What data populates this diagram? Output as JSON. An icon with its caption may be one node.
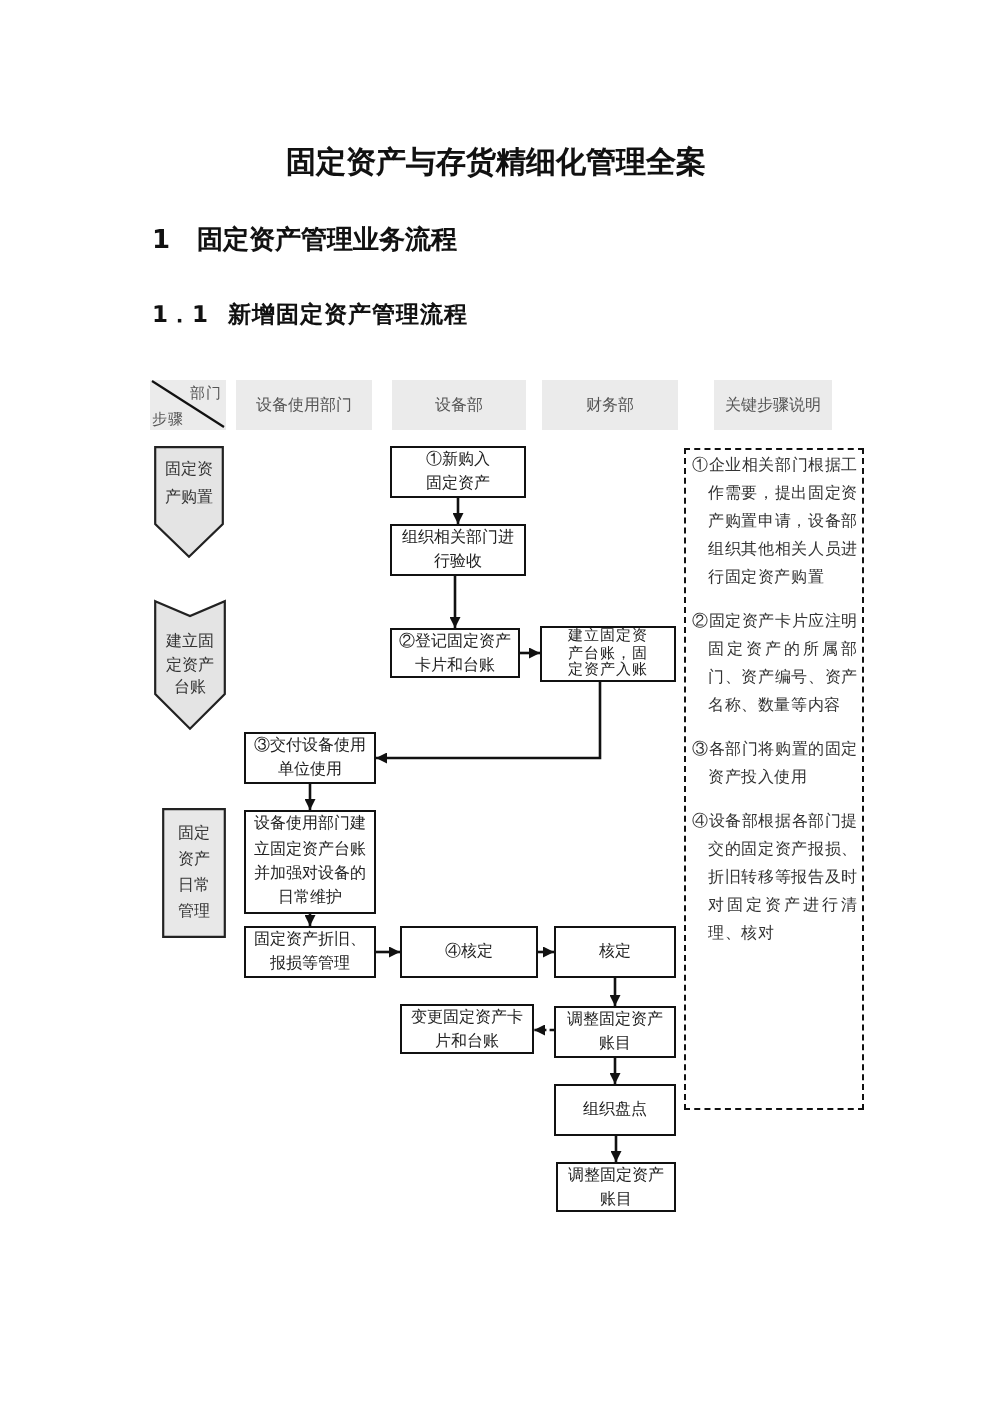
{
  "diagram": {
    "title": "固定资产与存货精细化管理全案",
    "nodes": [
      {
        "text": [
          "部门",
          "步骤"
        ]
      },
      {
        "text": [
          "设备使用部门"
        ]
      },
      {
        "text": [
          "设备部"
        ]
      },
      {
        "text": [
          "财务部"
        ]
      },
      {
        "text": [
          "关键步骤说明"
        ]
      },
      {
        "text": [
          "固定资产购置"
        ]
      },
      {
        "text": [
          "①新购入固定资产"
        ]
      },
      {
        "text": [
          "①企业相关部门根据工作需要，提出固定资产购置申请，设备部组织其他相关人员进行固定资产购置",
          "②固定资产卡片应注明固定资产的所属部门、资产编号、资产名称、数量等内容",
          "③各部门将购置的固定资产投入使用",
          "④设备部根据各部门提交的固定资产报损、折旧转移等报告及时对固定资产进行清理、核对"
        ]
      },
      {
        "text": [
          "组织相关部门进行验收"
        ]
      },
      {
        "text": [
          "建立固定资产台账"
        ]
      },
      {
        "text": [
          "②登记固定资产卡片和台账"
        ]
      },
      {
        "text": [
          "建立固定资产台账，固定资产入账"
        ]
      },
      {
        "text": [
          "③交付设备使用单位使用"
        ]
      },
      {
        "text": [
          "固定资产日常管理"
        ]
      },
      {
        "text": [
          "设备使用部门建立固定资产台账并加强对设备的日常维护"
        ]
      },
      {
        "text": [
          "固定资产折旧、报损等管理"
        ]
      },
      {
        "text": [
          "④核定"
        ]
      },
      {
        "text": [
          "核定"
        ]
      },
      {
        "text": [
          "变更固定资产卡片和台账"
        ]
      },
      {
        "text": [
          "调整固定资产账目"
        ]
      },
      {
        "text": [
          "组织盘点"
        ]
      },
      {
        "text": [
          "调整固定资产账目"
        ]
      }
    ],
    "edges": [
      {
        "from": 6,
        "to": 8,
        "arrow": "to"
      },
      {
        "from": 8,
        "to": 10,
        "arrow": "to"
      },
      {
        "from": 10,
        "to": 11,
        "arrow": "to"
      },
      {
        "from": 11,
        "to": 12,
        "arrow": "to"
      },
      {
        "from": 12,
        "to": 14,
        "arrow": "to"
      },
      {
        "from": 14,
        "to": 15,
        "arrow": "to"
      },
      {
        "from": 15,
        "to": 16,
        "arrow": "to"
      },
      {
        "from": 16,
        "to": 17,
        "arrow": "to"
      },
      {
        "from": 17,
        "to": 19,
        "arrow": "to"
      },
      {
        "from": 19,
        "to": 18,
        "arrow": "to",
        "style": "dashed"
      },
      {
        "from": 19,
        "to": 20,
        "arrow": "to"
      },
      {
        "from": 20,
        "to": 21,
        "arrow": "to"
      }
    ],
    "labels": [
      "1 固定资产管理业务流程",
      "1．1 新增固定资产管理流程"
    ]
  }
}
